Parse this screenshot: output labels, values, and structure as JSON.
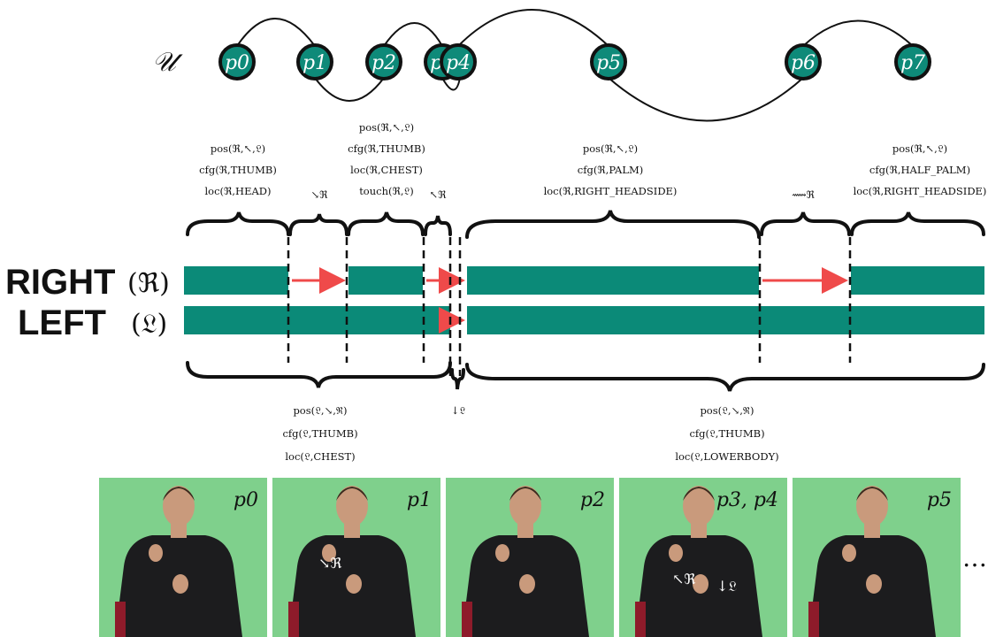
{
  "utterance_label": "𝒰",
  "nodes": [
    "p0",
    "p1",
    "p2",
    "p3",
    "p4",
    "p5",
    "p6",
    "p7"
  ],
  "hands": {
    "right": {
      "label": "RIGHT",
      "symbol": "(ℜ)"
    },
    "left": {
      "label": "LEFT",
      "symbol": "(𝔏)"
    }
  },
  "annotations_top": [
    [
      "pos(ℜ,↖,𝔏)",
      "cfg(ℜ,THUMB)",
      "loc(ℜ,HEAD)"
    ],
    [
      "↘ℜ"
    ],
    [
      "pos(ℜ,↖,𝔏)",
      "cfg(ℜ,THUMB)",
      "loc(ℜ,CHEST)",
      "touch(ℜ,𝔏)"
    ],
    [
      "↖ℜ"
    ],
    [
      "pos(ℜ,↖,𝔏)",
      "cfg(ℜ,PALM)",
      "loc(ℜ,RIGHT_HEADSIDE)"
    ],
    [
      "⟿ℜ"
    ],
    [
      "pos(ℜ,↖,𝔏)",
      "cfg(ℜ,HALF_PALM)",
      "loc(ℜ,RIGHT_HEADSIDE)"
    ]
  ],
  "annotations_bottom": [
    [
      "pos(𝔏,↘,ℜ)",
      "cfg(𝔏,THUMB)",
      "loc(𝔏,CHEST)"
    ],
    [
      "↓𝔏"
    ],
    [
      "pos(𝔏,↘,ℜ)",
      "cfg(𝔏,THUMB)",
      "loc(𝔏,LOWERBODY)"
    ]
  ],
  "photos": [
    {
      "label": "p0",
      "overlay": []
    },
    {
      "label": "p1",
      "overlay": [
        "↘ℜ"
      ]
    },
    {
      "label": "p2",
      "overlay": []
    },
    {
      "label": "p3, p4",
      "overlay": [
        "↖ℜ",
        "↓𝔏"
      ]
    },
    {
      "label": "p5",
      "overlay": []
    }
  ],
  "ellipsis": "…",
  "colors": {
    "teal": "#0b8a78",
    "node_fill": "#0e8a79",
    "arrow": "#ef4a4a",
    "photo_bg": "#7fd08c",
    "shirt": "#1c1c1e",
    "skin": "#c99a7c",
    "chair": "#8e1b2a"
  }
}
